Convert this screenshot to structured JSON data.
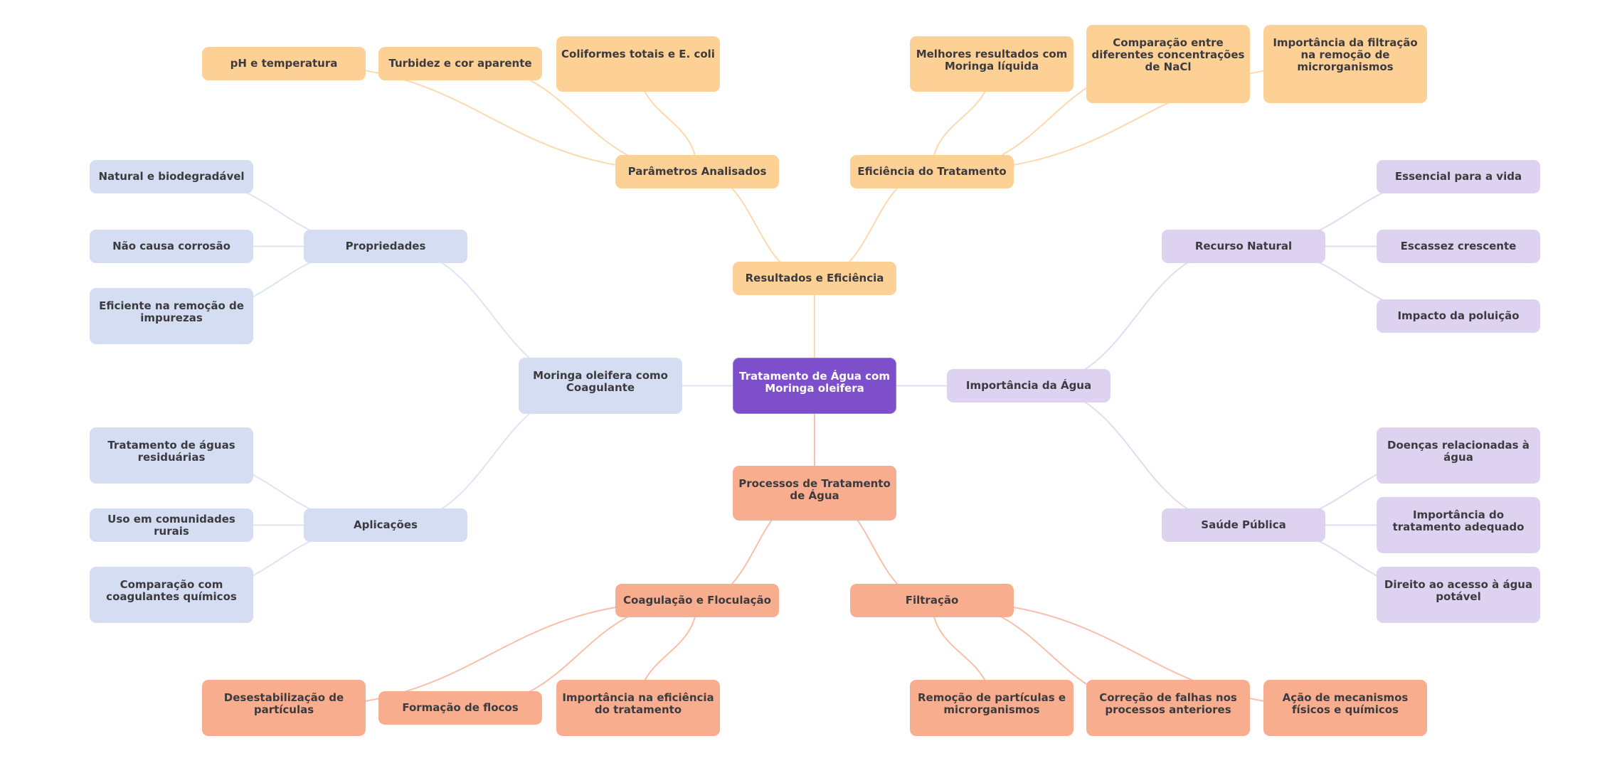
{
  "diagram": {
    "type": "mind-map",
    "colors": {
      "root": "#7e4fca",
      "orange": "#fdd196",
      "peach": "#f9ad8f",
      "blue": "#d4ddf2",
      "purple": "#ddd3f0",
      "edge_orange": "#fdd9b0",
      "edge_peach": "#f9bfa8",
      "edge_blue": "#dde4f5",
      "edge_purple": "#e3daf3"
    },
    "root": {
      "id": "root",
      "label": "Tratamento de Água com Moringa oleifera"
    },
    "nodes": [
      {
        "id": "resultados",
        "label": "Resultados e Eficiência",
        "parent": "root",
        "color": "orange"
      },
      {
        "id": "parametros",
        "label": "Parâmetros Analisados",
        "parent": "resultados",
        "color": "orange"
      },
      {
        "id": "ph",
        "label": "pH e temperatura",
        "parent": "parametros",
        "color": "orange"
      },
      {
        "id": "turbidez",
        "label": "Turbidez e cor aparente",
        "parent": "parametros",
        "color": "orange"
      },
      {
        "id": "coliformes",
        "label": "Coliformes totais e E. coli",
        "parent": "parametros",
        "color": "orange"
      },
      {
        "id": "eficiencia",
        "label": "Eficiência do Tratamento",
        "parent": "resultados",
        "color": "orange"
      },
      {
        "id": "melhores",
        "label": "Melhores resultados com Moringa líquida",
        "parent": "eficiencia",
        "color": "orange"
      },
      {
        "id": "comparacao_nacl",
        "label": "Comparação entre diferentes concentrações de NaCl",
        "parent": "eficiencia",
        "color": "orange"
      },
      {
        "id": "importancia_filtracao",
        "label": "Importância da filtração na remoção de microrganismos",
        "parent": "eficiencia",
        "color": "orange"
      },
      {
        "id": "moringa",
        "label": "Moringa oleifera como Coagulante",
        "parent": "root",
        "color": "blue"
      },
      {
        "id": "propriedades",
        "label": "Propriedades",
        "parent": "moringa",
        "color": "blue"
      },
      {
        "id": "natural",
        "label": "Natural e biodegradável",
        "parent": "propriedades",
        "color": "blue"
      },
      {
        "id": "corrosao",
        "label": "Não causa corrosão",
        "parent": "propriedades",
        "color": "blue"
      },
      {
        "id": "eficiente",
        "label": "Eficiente na remoção de impurezas",
        "parent": "propriedades",
        "color": "blue"
      },
      {
        "id": "aplicacoes",
        "label": "Aplicações",
        "parent": "moringa",
        "color": "blue"
      },
      {
        "id": "residuarias",
        "label": "Tratamento de águas residuárias",
        "parent": "aplicacoes",
        "color": "blue"
      },
      {
        "id": "rurais",
        "label": "Uso em comunidades rurais",
        "parent": "aplicacoes",
        "color": "blue"
      },
      {
        "id": "quimicos",
        "label": "Comparação com coagulantes químicos",
        "parent": "aplicacoes",
        "color": "blue"
      },
      {
        "id": "importancia_agua",
        "label": "Importância da Água",
        "parent": "root",
        "color": "purple"
      },
      {
        "id": "recurso",
        "label": "Recurso Natural",
        "parent": "importancia_agua",
        "color": "purple"
      },
      {
        "id": "essencial",
        "label": "Essencial para a vida",
        "parent": "recurso",
        "color": "purple"
      },
      {
        "id": "escassez",
        "label": "Escassez crescente",
        "parent": "recurso",
        "color": "purple"
      },
      {
        "id": "impacto",
        "label": "Impacto da poluição",
        "parent": "recurso",
        "color": "purple"
      },
      {
        "id": "saude",
        "label": "Saúde Pública",
        "parent": "importancia_agua",
        "color": "purple"
      },
      {
        "id": "doencas",
        "label": "Doenças relacionadas à água",
        "parent": "saude",
        "color": "purple"
      },
      {
        "id": "importancia_tratamento",
        "label": "Importância do tratamento adequado",
        "parent": "saude",
        "color": "purple"
      },
      {
        "id": "direito",
        "label": "Direito ao acesso à água potável",
        "parent": "saude",
        "color": "purple"
      },
      {
        "id": "processos",
        "label": "Processos de Tratamento de Água",
        "parent": "root",
        "color": "peach"
      },
      {
        "id": "coagulacao",
        "label": "Coagulação e Floculação",
        "parent": "processos",
        "color": "peach"
      },
      {
        "id": "desestabilizacao",
        "label": "Desestabilização de partículas",
        "parent": "coagulacao",
        "color": "peach"
      },
      {
        "id": "flocos",
        "label": "Formação de flocos",
        "parent": "coagulacao",
        "color": "peach"
      },
      {
        "id": "importancia_eficiencia",
        "label": "Importância na eficiência do tratamento",
        "parent": "coagulacao",
        "color": "peach"
      },
      {
        "id": "filtracao",
        "label": "Filtração",
        "parent": "processos",
        "color": "peach"
      },
      {
        "id": "remocao",
        "label": "Remoção de partículas e microrganismos",
        "parent": "filtracao",
        "color": "peach"
      },
      {
        "id": "correcao",
        "label": "Correção de falhas nos processos anteriores",
        "parent": "filtracao",
        "color": "peach"
      },
      {
        "id": "acao",
        "label": "Ação de mecanismos físicos e químicos",
        "parent": "filtracao",
        "color": "peach"
      }
    ]
  }
}
